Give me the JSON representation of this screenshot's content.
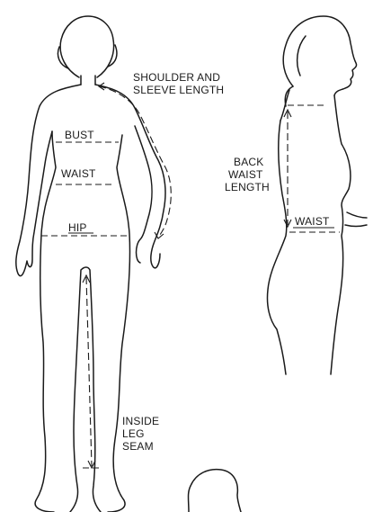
{
  "labels": {
    "shoulder_line1": "SHOULDER AND",
    "shoulder_line2": "SLEEVE LENGTH",
    "bust": "BUST",
    "waist_front": "WAIST",
    "hip": "HIP",
    "back_line1": "BACK",
    "back_line2": "WAIST",
    "back_line3": "LENGTH",
    "waist_side": "WAIST",
    "leg_line1": "INSIDE",
    "leg_line2": "LEG",
    "leg_line3": "SEAM"
  },
  "colors": {
    "ink": "#1a1a1a",
    "background": "#ffffff"
  }
}
